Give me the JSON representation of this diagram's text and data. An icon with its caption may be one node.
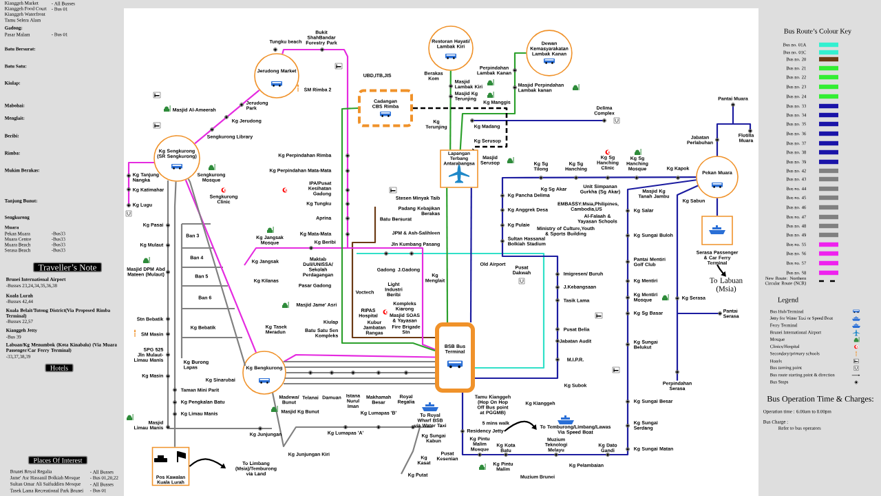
{
  "diagram": {
    "nodes": [
      {
        "text": [
          "Jerudong Market"
        ]
      },
      {
        "text": [
          "Kg Sengkurong (SR Sengkurong)"
        ]
      },
      {
        "text": [
          "Kg Bengkurong"
        ]
      },
      {
        "text": [
          "Pos Kawalan Kuala Lurah"
        ]
      },
      {
        "text": [
          "Cadangan CBS Rimba"
        ]
      },
      {
        "text": [
          "Restoran Hayati/ Lambak Kiri"
        ]
      },
      {
        "text": [
          "Dewan Kemasyarakatan Lambak Kanan"
        ]
      },
      {
        "text": [
          "Lapangan Terbang Antarabangsa"
        ]
      },
      {
        "text": [
          "BSB Bus Terminal"
        ]
      },
      {
        "text": [
          "Pekan Muara"
        ]
      },
      {
        "text": [
          "Serasa Passenger & Car Ferry Terminal"
        ]
      },
      {
        "text": [
          "To Labuan (Msia)"
        ]
      },
      {
        "text": [
          "To Limbang (Msia)/Temburong via Land"
        ]
      },
      {
        "text": [
          "To Temburong/Limbang/Lawas Via Speed Boat"
        ]
      },
      {
        "text": [
          "Residency Jetty"
        ]
      },
      {
        "text": [
          "Perpindahan Serasa"
        ]
      }
    ],
    "edges": [
      {
        "from": 1,
        "to": 0,
        "arrow": "none",
        "color": "#e52be0"
      },
      {
        "from": 0,
        "to": 8,
        "arrow": "none",
        "color": "#e52be0"
      },
      {
        "from": 1,
        "to": 2,
        "arrow": "none",
        "color": "#e52be0"
      },
      {
        "from": 2,
        "to": 8,
        "arrow": "none",
        "color": "#e52be0"
      },
      {
        "from": 1,
        "to": 2,
        "arrow": "none",
        "color": "#808080"
      },
      {
        "from": 2,
        "to": 8,
        "arrow": "none",
        "color": "#808080"
      },
      {
        "from": 3,
        "to": 1,
        "arrow": "none",
        "color": "#808080"
      },
      {
        "from": 4,
        "to": 8,
        "arrow": "none",
        "color": "#2ca02c"
      },
      {
        "from": 5,
        "to": 7,
        "arrow": "none",
        "color": "#2ca02c"
      },
      {
        "from": 6,
        "to": 7,
        "arrow": "none",
        "color": "#2ca02c"
      },
      {
        "from": 7,
        "to": 8,
        "arrow": "none",
        "color": "#2ca02c"
      },
      {
        "from": 7,
        "to": 8,
        "arrow": "none",
        "color": "#1c1ca0"
      },
      {
        "from": 8,
        "to": 9,
        "arrow": "none",
        "color": "#1c1ca0"
      },
      {
        "from": 8,
        "to": 9,
        "arrow": "none",
        "color": "#1c1ca0"
      },
      {
        "from": 9,
        "to": 10,
        "arrow": "none",
        "color": "#1c1ca0"
      },
      {
        "from": 4,
        "to": 7,
        "arrow": "none",
        "style": "dashed",
        "color": "#000000"
      },
      {
        "from": 10,
        "to": 11,
        "arrow": "to",
        "color": "#000000"
      },
      {
        "from": 3,
        "to": 12,
        "arrow": "to",
        "color": "#000000"
      },
      {
        "from": 14,
        "to": 13,
        "arrow": "to",
        "color": "#000000"
      },
      {
        "from": 2,
        "to": 8,
        "arrow": "none",
        "color": "#808080"
      },
      {
        "from": 2,
        "to": 8,
        "arrow": "none",
        "color": "#808080"
      },
      {
        "from": 2,
        "to": 8,
        "arrow": "none",
        "color": "#808080"
      },
      {
        "from": 2,
        "to": 8,
        "arrow": "none",
        "color": "#808080"
      },
      {
        "from": 9,
        "to": 15,
        "arrow": "none",
        "color": "#1c1ca0"
      }
    ],
    "labels": [
      "Kianggeh Market",
      "- All Busses",
      "Kianggeh Food Court",
      "- Bus 01",
      "Kianggeh Waterfront",
      "Tamu Selera Alam",
      "Gadong:",
      "Pasar Malam",
      "- Bus 01",
      "Batu Bersurat:",
      "Batu Satu:",
      "Kiulap:",
      "Mabohai:",
      "Menglait:",
      "Beribi:",
      "Rimba:",
      "Mukim Berakas:",
      "Tanjung Bunut:",
      "Sengkurong",
      "Muara",
      "Pekan Muara",
      "-Bus33",
      "Muara Centre",
      "-Bus33",
      "Muara Beach",
      "-Bus33",
      "Serasa Beach",
      "-Bus33",
      "Traveller’s Note",
      "Brunei International Airport",
      "-Busses 23,24,34,35,36,38",
      "Kuala Lurah",
      "-Busses 42,44",
      "Kuala Belait/Tutong District(Via Proposed Rimba Terminal)",
      "-Busses 22,57",
      "Kianggeh Jetty",
      "-Bus 39",
      "Labuan/Kg Menumbok (Kota Kinabalu) (Via Muara Passenger/Car Ferry Terminal)",
      "-33,37,38,39",
      "Hotels",
      "Places Of Interest",
      "Brunei Royal Regalia",
      "- All Busses",
      "Jame' Asr Hassanil Bolkiah Mosque",
      "- Bus 01,20,22",
      "Sultan Omar Ali Saifuddien Mosque",
      "- All Busses",
      "Tasek Lama Recreational Park Brunei",
      "- Bus 01",
      "Tungku beach",
      "Bukit ShahBandar Forestry Park",
      "Masjid Al-Ameerah",
      "Jerudong Park",
      "Kg Jerudong",
      "Sengkurong Library",
      "SM Rimba 2",
      "UBD,ITB,JIS",
      "Kg Tanjung Nangka",
      "Kg Katimahar",
      "Kg Lugu",
      "Sengkurong Mosque",
      "Sengkurong Clinic",
      "Kg Pasai",
      "Kg Mulaut",
      "Masjid DPM Abd Mateen (Mulaut)",
      "Ban 3",
      "Ban 4",
      "Ban 5",
      "Ban 6",
      "Kg Bebatik",
      "Stn Bebatik",
      "SM Masin",
      "SPG 525 Jln Mulaut-Limau Manis",
      "Kg Masin",
      "Kg Burong Lapas",
      "Kg Sinarubai",
      "Taman Mini Parit",
      "Kg Pengkalan Batu",
      "Kg Limau Manis",
      "Masjid Limau Manis",
      "Kg Junjungan",
      "Kg Junjungan Kiri",
      "Kg Jangsak Mosque",
      "Kg Jangsak",
      "Kg Kilanas",
      "Kg Tasek Meradun",
      "Kg Perpindahan Rimba",
      "Kg Perpindahan Mata-Mata",
      "IPA/Pusat Kesihatan Gadong",
      "Kg Tungku",
      "Aprina",
      "Kg Mata-Mata",
      "Kg Beribi",
      "Maktab Duli/UNISSA/ Sekolah Perdagangan",
      "Pasar Gadong",
      "Masjid Jame' Asri",
      "Kiulap",
      "Batu Satu Sen Kompleks",
      "Batu Bersurat",
      "Gadong",
      "J.Gadong",
      "Voctech",
      "Light Industri Beribi",
      "RIPAS Hospital",
      "Kompleks Kiarong",
      "Masjid SOAS & Yayasan",
      "Kubur Jambatan Rangas",
      "Fire Brigade Stn",
      "Madewa/ Bunut",
      "Telanai",
      "Damuan",
      "Istana Nurul Iman",
      "Makhamah Besar",
      "Royal Regalia",
      "Masjid Kg Bunut",
      "Kg Lumapas 'B'",
      "Kg Lumapas 'A'",
      "Kg Sungai Kabun",
      "Kg Kasat",
      "Kg Putat",
      "To Royal Wharf BSB via Water Taxi",
      "Berakas Kom",
      "Masjid Lambak Kiri",
      "Masjid Kg Terunjing",
      "Kg Terunjing",
      "Perpindahan Lambak Kanan",
      "Masjid Perpindahan Lambak kanan",
      "Kg Manggis",
      "Kg Madang",
      "Kg Serusop",
      "Delima Complex",
      "Masjid Serusop",
      "Kg Sg Tilong",
      "Kg Sg Hanching",
      "Kg Sg Hanching Clinic",
      "Kg Sg Hanching Mosque",
      "Kg Kapok",
      "Stesen Minyak Taib",
      "Padang Kebajikan Berakas",
      "JPM & Ash-Salihleen",
      "Jln Kumbang Pasang",
      "Kg Menglait",
      "Kg Pancha Delima",
      "Kg Anggrek Desa",
      "Kg Pulaie",
      "Sultan Hassanal Bolkiah Stadium",
      "Kg Sg Akar",
      "Unit Simpanan Gurkha (Sg Akar)",
      "Masjid Kg Tanah Jambu",
      "Kg Sabun",
      "EMBASSY:Msia,Philipines, Cambodia,US",
      "Al-Falaah & Yayasan Schools",
      "Ministry of Culture,Youth & Sports Building",
      "Old Airport",
      "Pusat Dakwah",
      "Imigresen/ Buruh",
      "J.Kebangsaan",
      "Tasik Lama",
      "Pusat Belia",
      "Jabatan Audit",
      "M.I.P.R.",
      "Kg Subok",
      "Kg Kianggeh",
      "Tamu Kianggeh (Hop On Hop Off Bus point at PGGMB)",
      "5 mins walk",
      "Kg Pintu Malim Mosque",
      "Kg Kota Batu",
      "Muzium Teknologi Melayu",
      "Kg Dato Gandi",
      "Kg Pintu Malim",
      "Kg Pelambaian",
      "Muzium Brunei",
      "Pusat Kesenian",
      "Kg Salar",
      "Kg Sungai Buloh",
      "Pantai Mentiri Golf Club",
      "Kg Mentiri",
      "Kg Mentiri Mosque",
      "Kg Sg Basar",
      "Kg Sungai Belukut",
      "Kg Sungai Besar",
      "Kg Sungai Serdang",
      "Kg Sungai Matan",
      "Kg Serasa",
      "Pantai Muara",
      "Jabatan Perlabuhan",
      "Flotilla Muara",
      "Pantai Serasa",
      "Bus Route’s Colour Key",
      "Legend",
      "Bus Operation Time & Charges:",
      "Operation time : 6.00am to 8.00pm",
      "Bus Charge :",
      "Refer to bus operators"
    ],
    "legend": [
      {
        "text": "Bus no. 01A",
        "color": "#33f0d0"
      },
      {
        "text": "Bus no. 01C",
        "color": "#33f0d0"
      },
      {
        "text": "Bus no. 20",
        "color": "#6b3a14"
      },
      {
        "text": "Bus no. 21",
        "color": "#33ee33"
      },
      {
        "text": "Bus no. 22",
        "color": "#33ee33"
      },
      {
        "text": "Bus no. 23",
        "color": "#33ee33"
      },
      {
        "text": "Bus no. 24",
        "color": "#33ee33"
      },
      {
        "text": "Bus no. 33",
        "color": "#1a14a8"
      },
      {
        "text": "Bus no. 34",
        "color": "#1a14a8"
      },
      {
        "text": "Bus no. 35",
        "color": "#1a14a8"
      },
      {
        "text": "Bus no. 36",
        "color": "#1a14a8"
      },
      {
        "text": "Bus no. 37",
        "color": "#1a14a8"
      },
      {
        "text": "Bus no. 38",
        "color": "#1a14a8"
      },
      {
        "text": "Bus no. 39",
        "color": "#1a14a8"
      },
      {
        "text": "Bus no. 42",
        "color": "#808080"
      },
      {
        "text": "Bus no. 43",
        "color": "#808080"
      },
      {
        "text": "Bus no. 44",
        "color": "#808080"
      },
      {
        "text": "Bus no. 45",
        "color": "#808080"
      },
      {
        "text": "Bus no. 46",
        "color": "#808080"
      },
      {
        "text": "Bus no. 47",
        "color": "#808080"
      },
      {
        "text": "Bus no. 48",
        "color": "#808080"
      },
      {
        "text": "Bus no. 49",
        "color": "#808080"
      },
      {
        "text": "Bus no. 55",
        "color": "#ee22ee"
      },
      {
        "text": "Bus no. 56",
        "color": "#ee22ee"
      },
      {
        "text": "Bus no. 57",
        "color": "#ee22ee"
      },
      {
        "text": "Bus no. 58",
        "color": "#ee22ee"
      },
      {
        "text": "New Route: Northern Circular Route (NCR)"
      },
      {
        "text": "Bus Hub/Terminal"
      },
      {
        "text": "Jetty for Water Taxi or Speed Boat"
      },
      {
        "text": "Ferry Terminal"
      },
      {
        "text": "Brunei International Airport"
      },
      {
        "text": "Mosque"
      },
      {
        "text": "Clinics/Hospital"
      },
      {
        "text": "Secondary/primary schools"
      },
      {
        "text": "Hotels"
      },
      {
        "text": "Bus turning point"
      },
      {
        "text": "Bus route starting point & direction"
      },
      {
        "text": "Bus Stops"
      }
    ]
  }
}
